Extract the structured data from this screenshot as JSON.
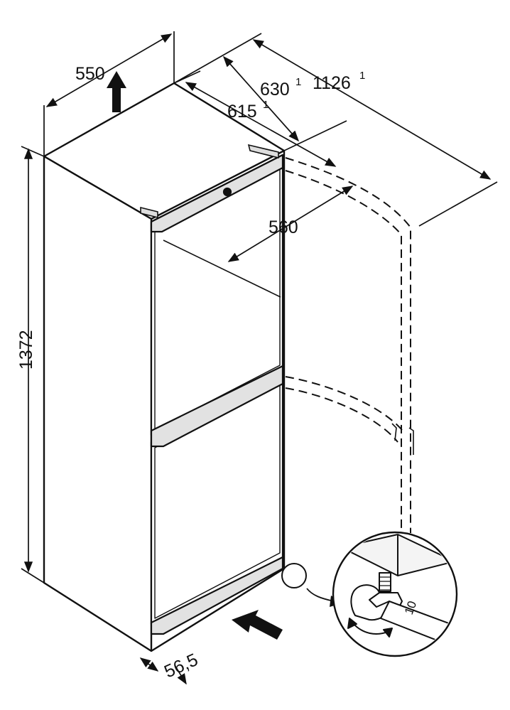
{
  "diagram": {
    "subject": "Fridge-freezer dimension drawing",
    "dimensions": {
      "depth_total": {
        "value": "550"
      },
      "depth_1": {
        "value": "630",
        "note": "1"
      },
      "depth_open": {
        "value": "1126",
        "note": "1"
      },
      "depth_2": {
        "value": "615",
        "note": "1"
      },
      "door_width": {
        "value": "560"
      },
      "height": {
        "value": "1372"
      },
      "foot_offset": {
        "value": "56,5"
      }
    },
    "wrench_size": "10",
    "colors": {
      "line": "#111111",
      "body_side": "#f4f4f4",
      "handle": "#d8d8d8",
      "arrow": "#111111"
    }
  }
}
